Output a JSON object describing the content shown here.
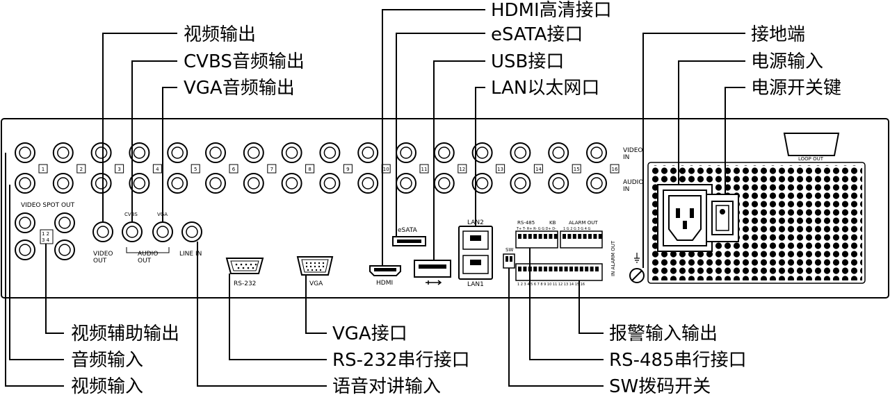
{
  "callouts": {
    "top_left": [
      "视频输出",
      "CVBS音频输出",
      "VGA音频输出"
    ],
    "top_mid": [
      "HDMI高清接口",
      "eSATA接口",
      "USB接口",
      "LAN以太网口"
    ],
    "top_right": [
      "接地端",
      "电源输入",
      "电源开关键"
    ],
    "bottom_left": [
      "视频辅助输出",
      "音频输入",
      "视频输入"
    ],
    "bottom_mid": [
      "VGA接口",
      "RS-232串行接口",
      "语音对讲输入"
    ],
    "bottom_right": [
      "报警输入输出",
      "RS-485串行接口",
      "SW拨码开关"
    ]
  },
  "panel": {
    "channels": [
      "1",
      "2",
      "3",
      "4",
      "5",
      "6",
      "7",
      "8",
      "9",
      "10",
      "11",
      "12",
      "13",
      "14",
      "15",
      "16"
    ],
    "video_in": "VIDEO\nIN",
    "audio_in": "AUDIO\nIN",
    "video_spot_out": "VIDEO  SPOT OUT",
    "spot_nums": [
      "1 2",
      "3 4"
    ],
    "video_out": "VIDEO\nOUT",
    "cvbs": "CVBS",
    "vga_small": "VGA",
    "audio_out": "AUDIO\nOUT",
    "line_in": "LINE IN",
    "rs232": "RS-232",
    "vga": "VGA",
    "hdmi": "HDMI",
    "esata": "eSATA",
    "lan2": "LAN2",
    "lan1": "LAN1",
    "sw": "SW",
    "rs485": "RS-485",
    "kb": "KB",
    "alarm_out": "ALARM OUT",
    "alarm_side": "IN  ALARM  OUT",
    "terminal_top": "T+ T- R+ R- G G  D+ D-",
    "alarm_top": "1 G 2 G 3 G 4 G",
    "terminal_bottom": "1  2  3  4  5  6  7  8   9 10 11 12 13 14 15 16",
    "loop_out": "LOOP OUT"
  }
}
